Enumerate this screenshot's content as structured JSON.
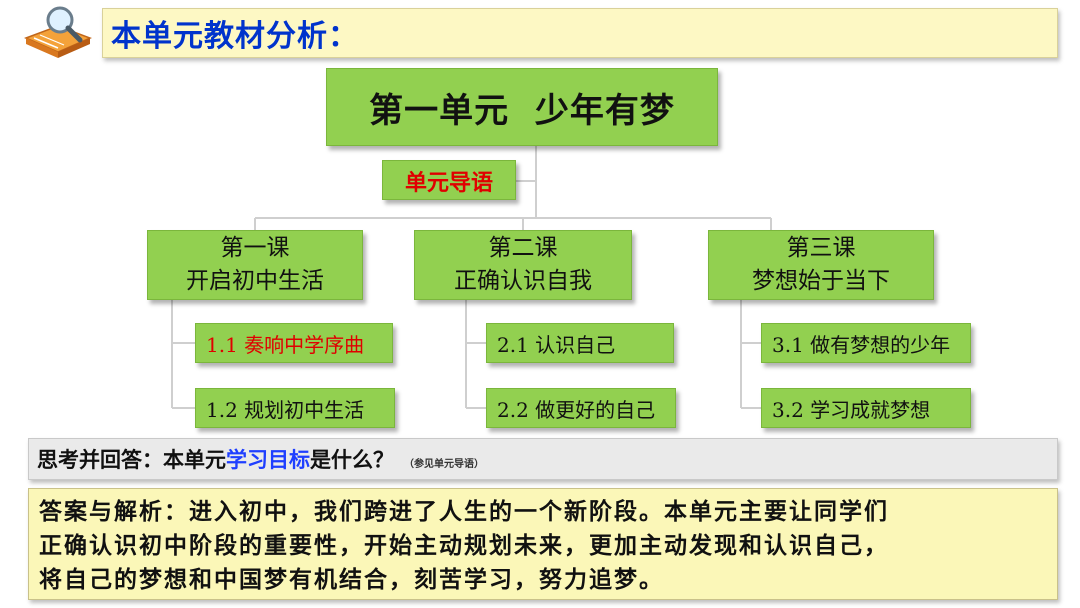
{
  "header": {
    "title": "本单元教材分析：",
    "logo_icon": "magnifier-on-book-icon"
  },
  "tree": {
    "unit_title": "第一单元  少年有梦",
    "guide": "单元导语",
    "lessons": [
      {
        "line1": "第一课",
        "line2": "开启初中生活",
        "subs": [
          "1.1 奏响中学序曲",
          "1.2 规划初中生活"
        ]
      },
      {
        "line1": "第二课",
        "line2": "正确认识自我",
        "subs": [
          "2.1 认识自己",
          "2.2 做更好的自己"
        ]
      },
      {
        "line1": "第三课",
        "line2": "梦想始于当下",
        "subs": [
          "3.1 做有梦想的少年",
          "3.2 学习成就梦想"
        ]
      }
    ]
  },
  "question": {
    "prefix": "思考并回答：本单元",
    "highlight": "学习目标",
    "suffix": "是什么？",
    "note": "（参见单元导语）"
  },
  "answer": {
    "lines": [
      "答案与解析：进入初中，我们跨进了人生的一个新阶段。本单元主要让同学们",
      "正确认识初中阶段的重要性，开始主动规划未来，更加主动发现和认识自己，",
      "将自己的梦想和中国梦有机结合，刻苦学习，努力追梦。"
    ]
  },
  "colors": {
    "title_blue": "#0033cc",
    "box_green": "#92d050",
    "highlight_red": "#e00000",
    "question_highlight_blue": "#1f3fff",
    "title_bg": "#fdf8c4",
    "answer_bg": "#fbf7b8",
    "question_bg": "#eaeaea"
  }
}
